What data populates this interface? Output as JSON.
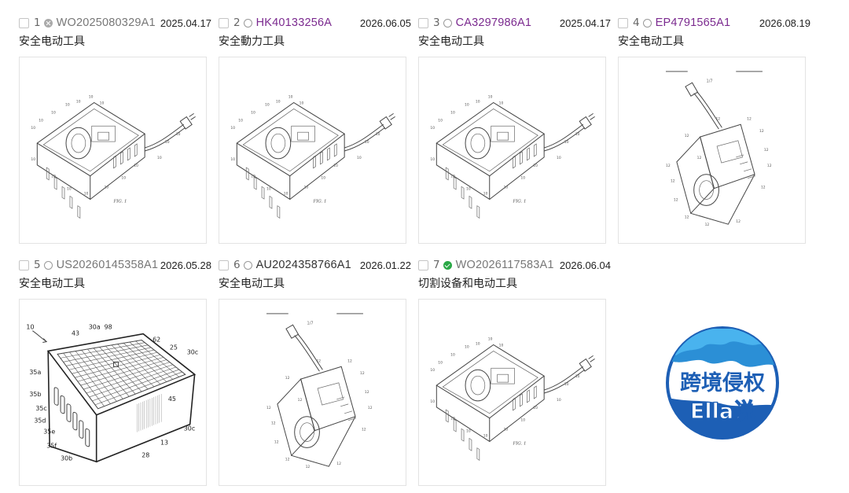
{
  "results": [
    {
      "index": "1",
      "status": "withdrawn",
      "number": "WO2025080329A1",
      "number_style": "dim",
      "date": "2025.04.17",
      "title": "安全电动工具",
      "figure": "box-iso"
    },
    {
      "index": "2",
      "status": "open",
      "number": "HK40133256A",
      "number_style": "visited",
      "date": "2026.06.05",
      "title": "安全動力工具",
      "figure": "box-iso"
    },
    {
      "index": "3",
      "status": "open",
      "number": "CA3297986A1",
      "number_style": "visited",
      "date": "2025.04.17",
      "title": "安全电动工具",
      "figure": "box-iso"
    },
    {
      "index": "4",
      "status": "open",
      "number": "EP4791565A1",
      "number_style": "visited",
      "date": "2026.08.19",
      "title": "安全电动工具",
      "figure": "box-rotated"
    },
    {
      "index": "5",
      "status": "open",
      "number": "US20260145358A1",
      "number_style": "dim",
      "date": "2026.05.28",
      "title": "安全电动工具",
      "figure": "box-grid"
    },
    {
      "index": "6",
      "status": "open",
      "number": "AU2024358766A1",
      "number_style": "normal",
      "date": "2026.01.22",
      "title": "安全电动工具",
      "figure": "box-rotated"
    },
    {
      "index": "7",
      "status": "granted",
      "number": "WO2026117583A1",
      "number_style": "dim",
      "date": "2026.06.04",
      "title": "切割设备和电动工具",
      "figure": "box-iso"
    }
  ],
  "watermark": {
    "line1": "跨境侵权",
    "line2": "Ella说",
    "color": "#1d5fb5",
    "accent": "#2b8fd6"
  }
}
